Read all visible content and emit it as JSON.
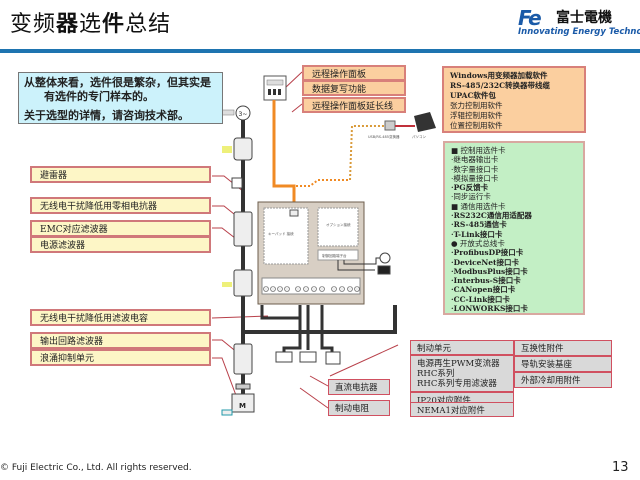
{
  "header": {
    "title_parts": [
      "变频",
      "器",
      "选",
      "件",
      "总结"
    ],
    "brand_name": "富士電機",
    "brand_mark": "Fe",
    "brand_tagline": "Innovating Energy Technology"
  },
  "intro": {
    "line1": "从整体来看，选件很是繁杂，但其实是",
    "line2": "有选件的专门样本的。",
    "line3": "关于选型的详情，请咨询技术部。"
  },
  "left_options": [
    "避雷器",
    "无线电干扰降低用零相电抗器",
    "EMC对应滤波器",
    "电源滤波器",
    "无线电干扰降低用滤波电容",
    "输出回路滤波器",
    "浪涌抑制单元"
  ],
  "top_options": [
    "远程操作面板",
    "数据复写功能",
    "远程操作面板延长线"
  ],
  "software_box": {
    "bold_lines": [
      "Windows用变频器加载软件",
      "RS-485/232C转换器带线缆",
      "UPAC软件包"
    ],
    "lines": [
      "张力控制用软件",
      "浮辊控制用软件",
      "位置控制用软件"
    ]
  },
  "cards_box": {
    "items": [
      {
        "text": "■ 控制用选件卡",
        "bold": false
      },
      {
        "text": "·继电器输出卡",
        "bold": false
      },
      {
        "text": "·数字量接口卡",
        "bold": false
      },
      {
        "text": "·模拟量接口卡",
        "bold": false
      },
      {
        "text": "·PG反馈卡",
        "bold": true
      },
      {
        "text": "·同步运行卡",
        "bold": false
      },
      {
        "text": "■ 通信用选件卡",
        "bold": false
      },
      {
        "text": "·RS232C通信用适配器",
        "bold": true
      },
      {
        "text": "·RS-485通信卡",
        "bold": true
      },
      {
        "text": "·T-Link接口卡",
        "bold": true
      },
      {
        "text": "● 开放式总线卡",
        "bold": false
      },
      {
        "text": "·ProfibusDP接口卡",
        "bold": true
      },
      {
        "text": "·DeviceNet接口卡",
        "bold": true
      },
      {
        "text": "·ModbusPlus接口卡",
        "bold": true
      },
      {
        "text": "·Interbus-S接口卡",
        "bold": true
      },
      {
        "text": "·CANopen接口卡",
        "bold": true
      },
      {
        "text": "·CC-Link接口卡",
        "bold": true
      },
      {
        "text": "·LONWORKS接口卡",
        "bold": true
      }
    ]
  },
  "bottom_left_options": [
    "直流电抗器",
    "制动电阻"
  ],
  "bottom_mid_options": [
    "制动单元",
    "电源再生PWM变流器\nRHC系列\nRHC系列专用滤波器",
    "IP20对应附件",
    "NEMA1对应附件"
  ],
  "bottom_right_options": [
    "互换性附件",
    "导轨安装基座",
    "外部冷却用附件"
  ],
  "diagram_labels": {
    "converter": "USB/RS-485变换器",
    "pc": "パソコン",
    "panel_left": "キーパッド\n接続",
    "panel_right": "オプション接続",
    "ctrl": "制御回路端子台",
    "motor": "M",
    "source": "3~"
  },
  "footer": {
    "copyright": "© Fuji Electric Co., Ltd. All rights reserved.",
    "page_number": "13"
  },
  "colors": {
    "rule": "#1e74b0",
    "brand_blue": "#1a5aa8",
    "intro_bg": "#ccf2fb",
    "yellow_box": "#fdf6c6",
    "orange_box": "#fbcf9f",
    "green_box": "#c3efc5",
    "gray_box": "#d9d9d9",
    "cable_orange": "#f08a24",
    "leader_line": "#b8404a"
  }
}
